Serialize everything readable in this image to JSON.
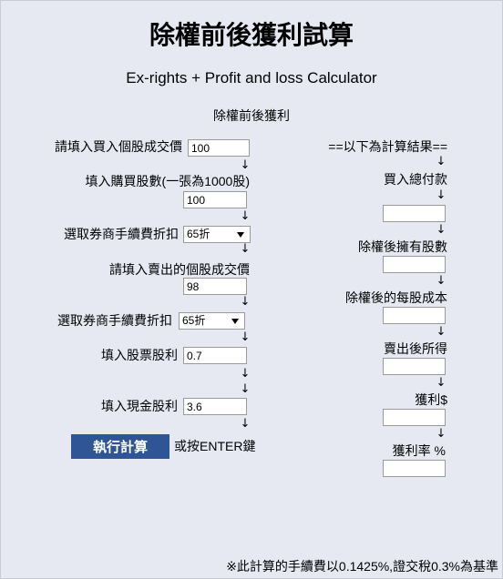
{
  "page": {
    "title": "除權前後獲利試算",
    "subtitle": "Ex-rights + Profit and loss Calculator",
    "section_label": "除權前後獲利"
  },
  "arrow": "↓",
  "inputs": {
    "buy_price": {
      "label": "請填入買入個股成交價",
      "value": "100"
    },
    "shares": {
      "label": "填入購買股數(一張為1000股)",
      "value": "100"
    },
    "buy_discount": {
      "label": "選取券商手續費折扣",
      "selected": "65折"
    },
    "sell_price": {
      "label": "請填入賣出的個股成交價",
      "value": "98"
    },
    "sell_discount": {
      "label": "選取券商手續費折扣",
      "selected": "65折"
    },
    "stock_dividend": {
      "label": "填入股票股利",
      "value": "0.7"
    },
    "cash_dividend": {
      "label": "填入現金股利",
      "value": "3.6"
    }
  },
  "actions": {
    "calculate_label": "執行計算",
    "enter_hint": "或按ENTER鍵"
  },
  "results": {
    "header": "==以下為計算結果==",
    "items": [
      {
        "label": "買入總付款"
      },
      {
        "label": "除權後擁有股數"
      },
      {
        "label": "除權後的每股成本"
      },
      {
        "label": "賣出後所得"
      },
      {
        "label": "獲利$"
      },
      {
        "label": "獲利率 %"
      }
    ]
  },
  "footer": "※此計算的手續費以0.1425%,證交稅0.3%為基準",
  "colors": {
    "background": "#e6e9f2",
    "button": "#2f5597",
    "button_text": "#ffffff"
  }
}
